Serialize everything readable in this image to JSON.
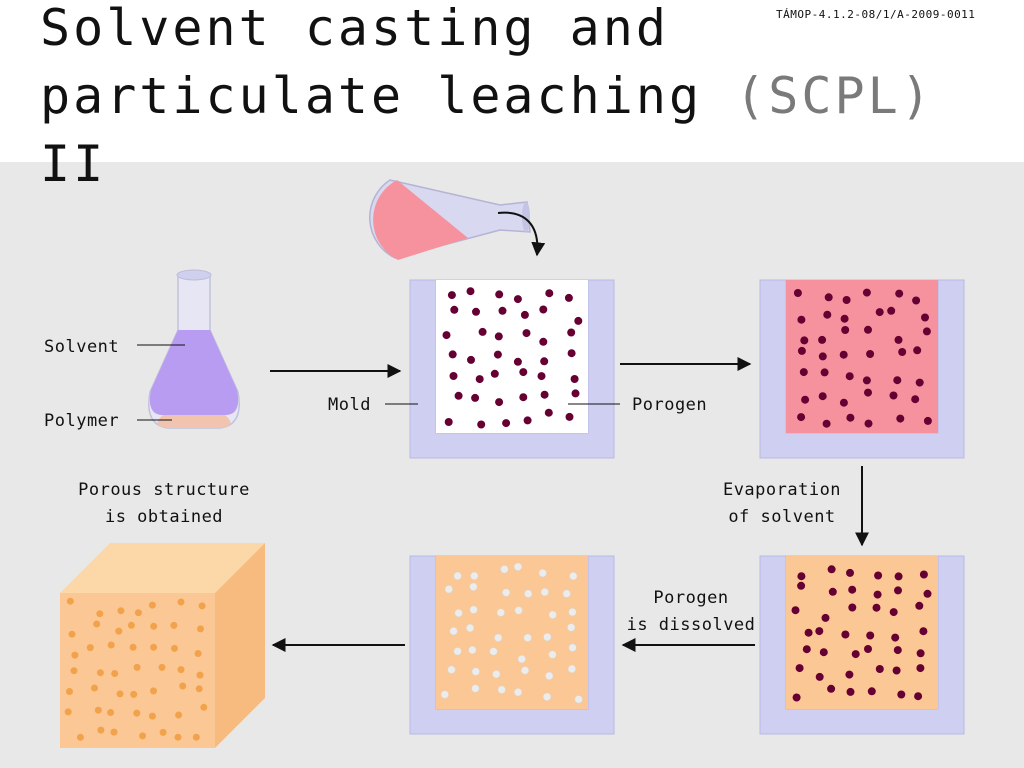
{
  "slide": {
    "code": "TÁMOP-4.1.2-08/1/A-2009-0011",
    "title_main": "Solvent casting and particulate leaching ",
    "title_abbr": "(SCPL)",
    "title_suffix": " II"
  },
  "labels": {
    "solvent": "Solvent",
    "polymer": "Polymer",
    "mold": "Mold",
    "porogen": "Porogen",
    "evaporation_line1": "Evaporation",
    "evaporation_line2": "of solvent",
    "dissolved_line1": "Porogen",
    "dissolved_line2": "is dissolved",
    "porous_line1": "Porous structure",
    "porous_line2": "is obtained"
  },
  "colors": {
    "solvent": "#b79cf2",
    "polymer": "#f0c4ae",
    "mold": "#cfcff2",
    "poured_solution": "#f5929e",
    "dried_polymer": "#fbc794",
    "porogen_particle": "#660033",
    "pore": "#ececec",
    "cube_pores": "#f2a24a"
  }
}
